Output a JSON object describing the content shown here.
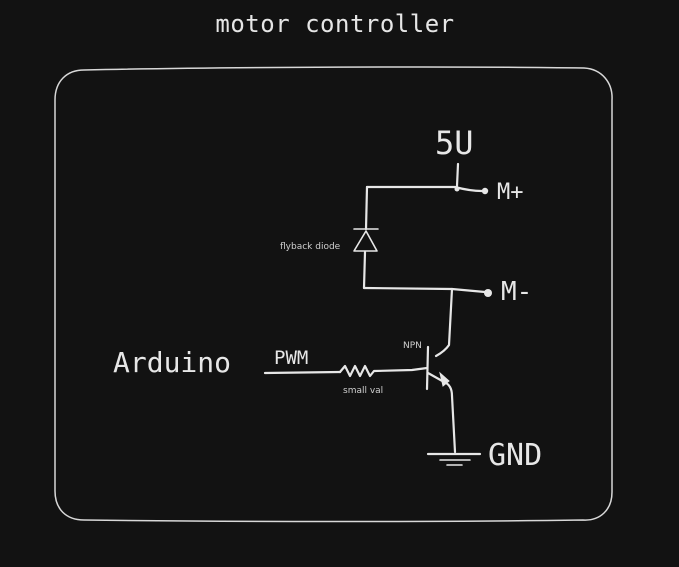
{
  "title": "motor controller",
  "labels": {
    "five_v": "5U",
    "motor_plus": "M+",
    "motor_minus": "M-",
    "gnd": "GND",
    "arduino": "Arduino",
    "pwm": "PWM",
    "npn": "NPN",
    "flyback": "flyback diode",
    "resistor_note": "small val"
  },
  "colors": {
    "background": "#121212",
    "stroke": "#e7e7e7",
    "five_v": "#d274e0",
    "motor_plus": "#f06a6a",
    "motor_minus": "#4a90e6",
    "gnd": "#2f9a46"
  }
}
